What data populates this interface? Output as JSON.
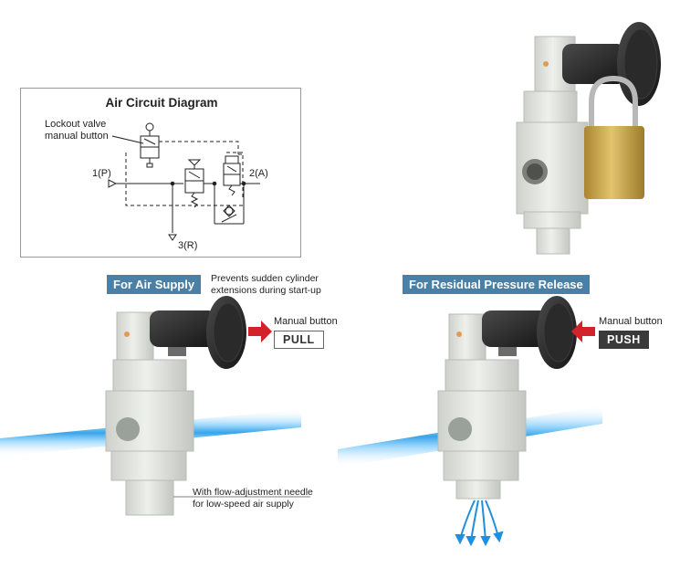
{
  "diagram": {
    "title": "Air Circuit Diagram",
    "lockout_label_line1": "Lockout valve",
    "lockout_label_line2": "manual button",
    "port_p": "1(P)",
    "port_a": "2(A)",
    "port_r": "3(R)"
  },
  "air_supply": {
    "badge": "For Air Supply",
    "desc_line1": "Prevents sudden cylinder",
    "desc_line2": "extensions during start-up",
    "manual_button_label": "Manual button",
    "action": "PULL",
    "needle_note_line1": "With flow-adjustment needle",
    "needle_note_line2": "for low-speed air supply"
  },
  "residual_release": {
    "badge": "For Residual Pressure Release",
    "manual_button_label": "Manual button",
    "action": "PUSH"
  },
  "colors": {
    "badge_bg": "#4a7fa6",
    "arrow_red": "#d2232a",
    "valve_body": "#e6e8e4",
    "knob": "#2b2b2b",
    "lock_brass": "#c8a548",
    "air_blue": "#4fb3ef"
  },
  "icons": [
    "red-arrow-icon",
    "padlock-icon",
    "exhaust-arrows-icon"
  ]
}
